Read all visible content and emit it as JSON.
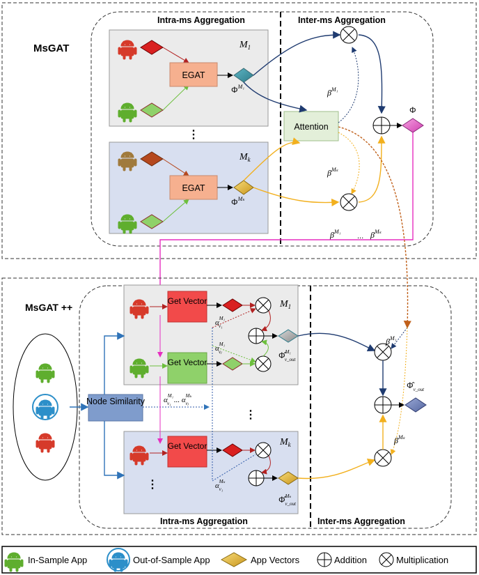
{
  "top": {
    "title": "MsGAT",
    "intra_title": "Intra-ms Aggregation",
    "inter_title": "Inter-ms Aggregation",
    "m1": "M",
    "m1_sub": "1",
    "mk": "M",
    "mk_sub": "k",
    "egat": "EGAT",
    "attention": "Attention",
    "phi": "Φ",
    "phi_m1_sup": "M₁",
    "phi_mk_sup": "Mₖ",
    "beta": "β",
    "beta_m1": "M₁",
    "beta_mk": "Mₖ",
    "beta_row_dots": "...",
    "vdots": "⋮"
  },
  "bottom": {
    "title": "MsGAT ++",
    "intra_title": "Intra-ms Aggregation",
    "inter_title": "Inter-ms Aggregation",
    "get_vector": "Get Vector",
    "node_similarity": "Node Similarity",
    "alpha": "α",
    "alpha_v1": "v₁",
    "alpha_vj": "vⱼ",
    "alpha_sup_m1": "M₁",
    "alpha_sup_mk": "Mₖ",
    "dots": "...",
    "phi_hat": "Φ̂",
    "phi_hat_sub": "v_out",
    "vdots": "⋮"
  },
  "legend": {
    "in_sample": "In-Sample App",
    "out_sample": "Out-of-Sample App",
    "app_vectors": "App Vectors",
    "addition": "Addition",
    "multiplication": "Multiplication"
  },
  "colors": {
    "red_android": "#d63a2a",
    "green_android": "#5fae2e",
    "brown_android": "#a07a3c",
    "teal_android": "#2c8fc9",
    "egat_fill": "#f6b08f",
    "attention_fill": "#e3efd9",
    "getvec_red": "#f24a4a",
    "getvec_green": "#8fd16a",
    "nodesim_fill": "#7f9ccc",
    "panel_gray": "#ebebeb",
    "panel_blue": "#d8dff0"
  }
}
